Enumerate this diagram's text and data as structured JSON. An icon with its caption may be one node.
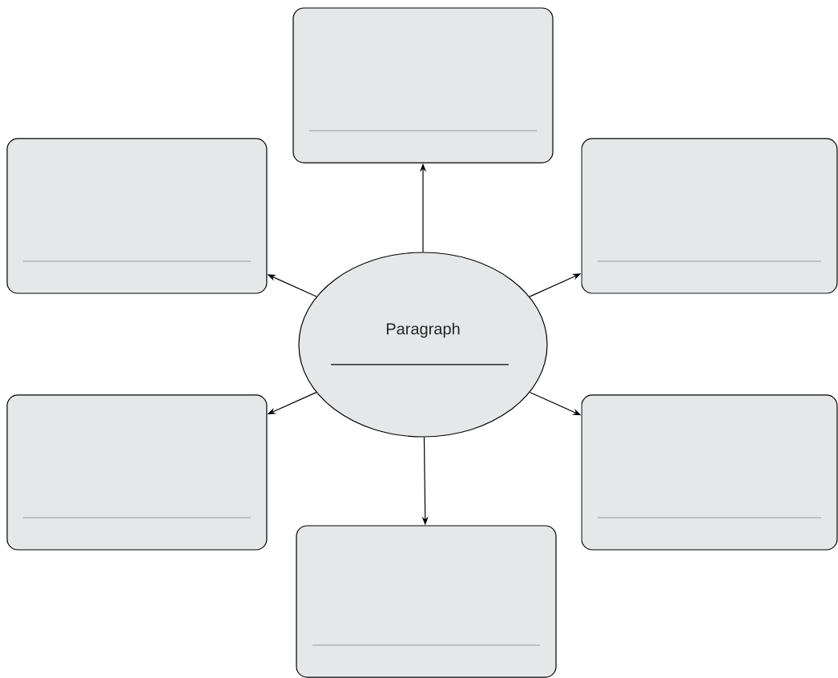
{
  "diagram": {
    "nodes": [
      {
        "text": [
          "Paragraph"
        ]
      },
      {
        "text": [],
        "shape": "box"
      },
      {
        "text": [],
        "shape": "box"
      },
      {
        "text": [],
        "shape": "box"
      },
      {
        "text": [],
        "shape": "box"
      },
      {
        "text": [],
        "shape": "box"
      },
      {
        "text": [],
        "shape": "box"
      }
    ],
    "edges": [
      {
        "from": 0,
        "to": 1,
        "arrow": "to"
      },
      {
        "from": 0,
        "to": 2,
        "arrow": "to"
      },
      {
        "from": 0,
        "to": 3,
        "arrow": "to"
      },
      {
        "from": 0,
        "to": 4,
        "arrow": "to"
      },
      {
        "from": 0,
        "to": 5,
        "arrow": "to"
      },
      {
        "from": 0,
        "to": 6,
        "arrow": "to"
      }
    ]
  }
}
